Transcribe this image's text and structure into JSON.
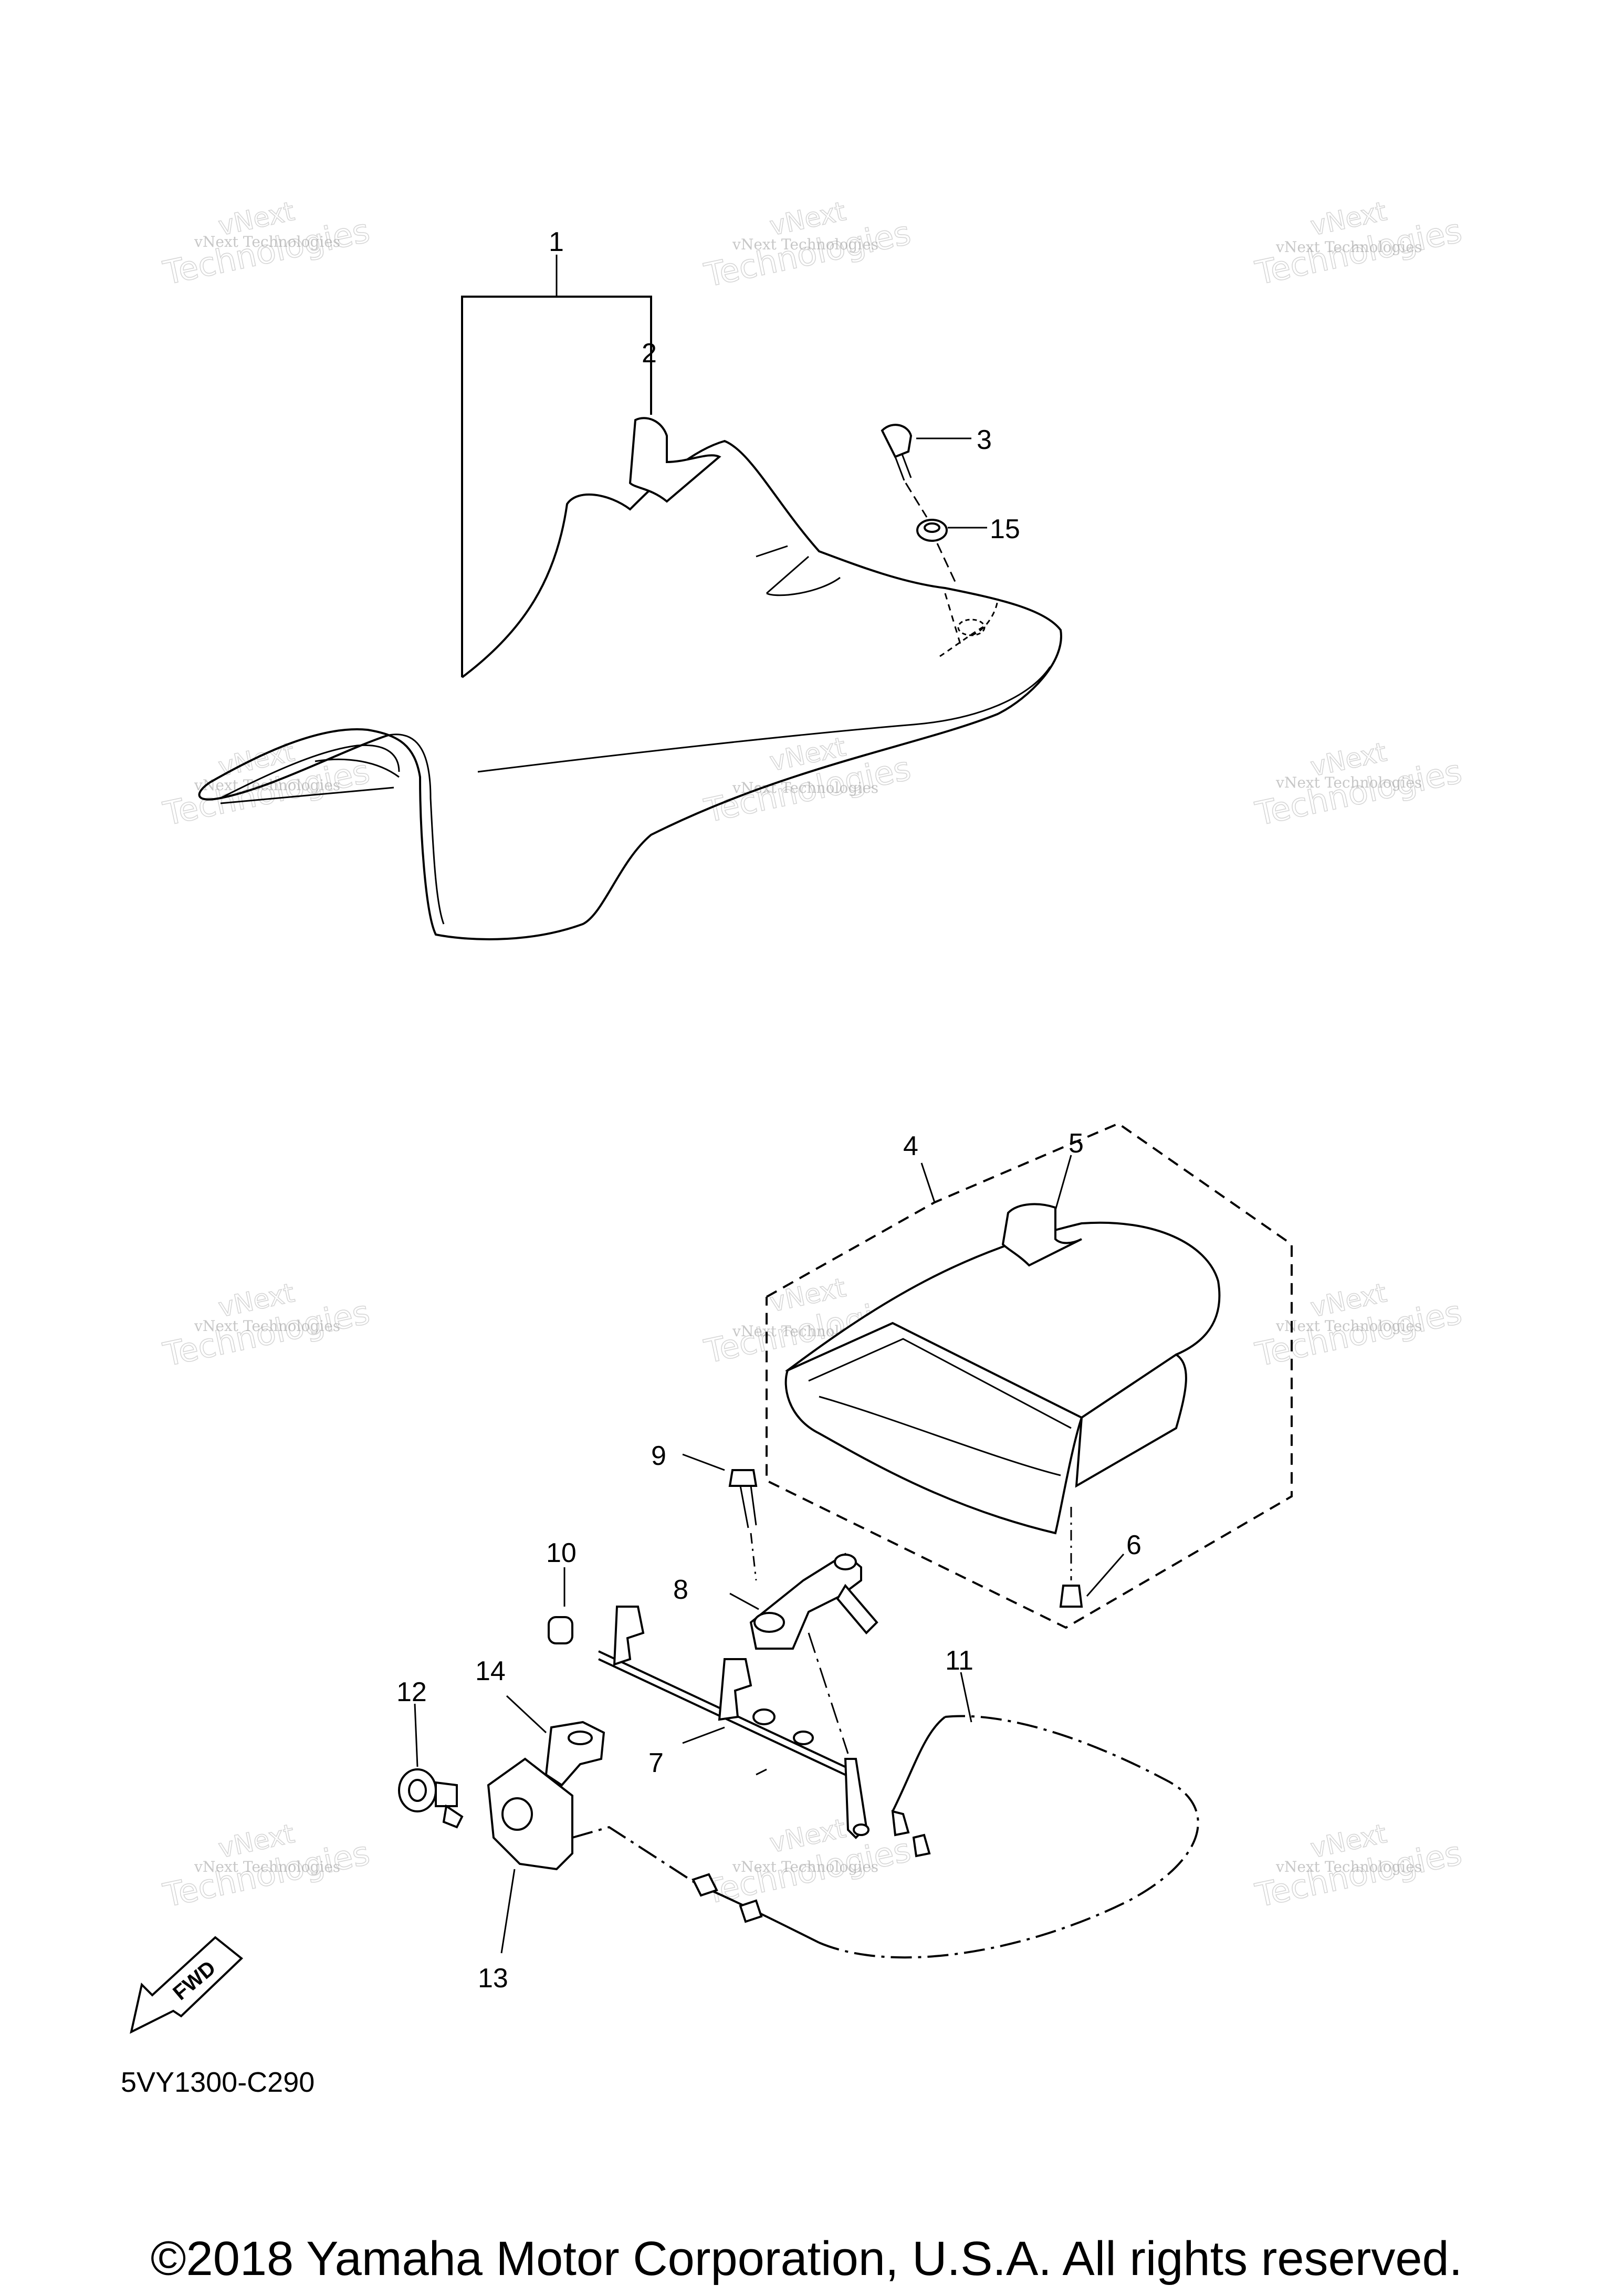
{
  "diagram": {
    "code": "5VY1300-C290",
    "copyright": "©2018 Yamaha Motor Corporation, U.S.A. All rights reserved.",
    "fwd_label": "FWD"
  },
  "callouts": [
    "1",
    "2",
    "3",
    "4",
    "5",
    "6",
    "7",
    "8",
    "9",
    "10",
    "11",
    "12",
    "13",
    "14",
    "15"
  ],
  "watermark": {
    "line1": "vNext",
    "line2": "Technologies",
    "small": "vNext Technologies"
  }
}
